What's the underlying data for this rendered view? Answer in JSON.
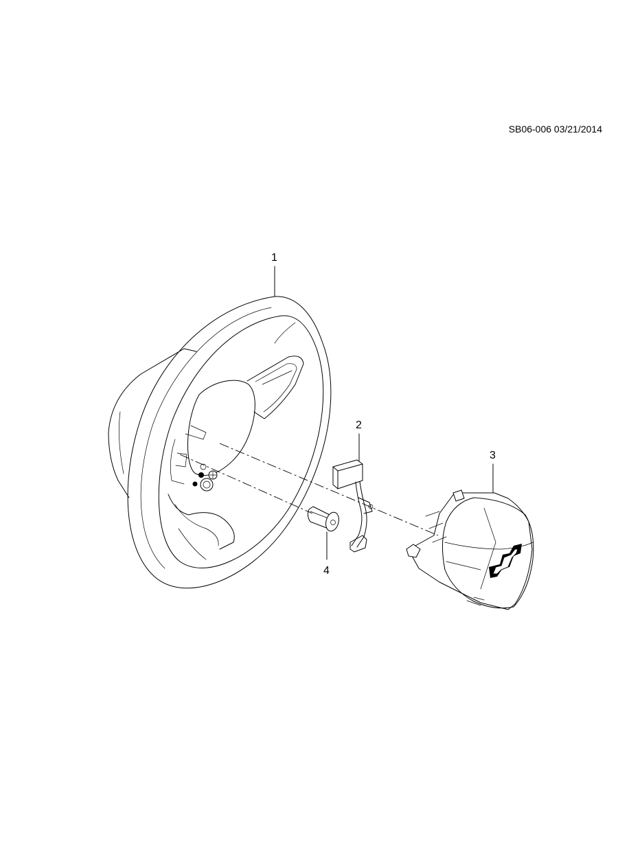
{
  "header": {
    "reference_code": "SB06-006 03/21/2014"
  },
  "callouts": [
    {
      "id": "1",
      "label": "1"
    },
    {
      "id": "2",
      "label": "2"
    },
    {
      "id": "3",
      "label": "3"
    },
    {
      "id": "4",
      "label": "4"
    }
  ]
}
